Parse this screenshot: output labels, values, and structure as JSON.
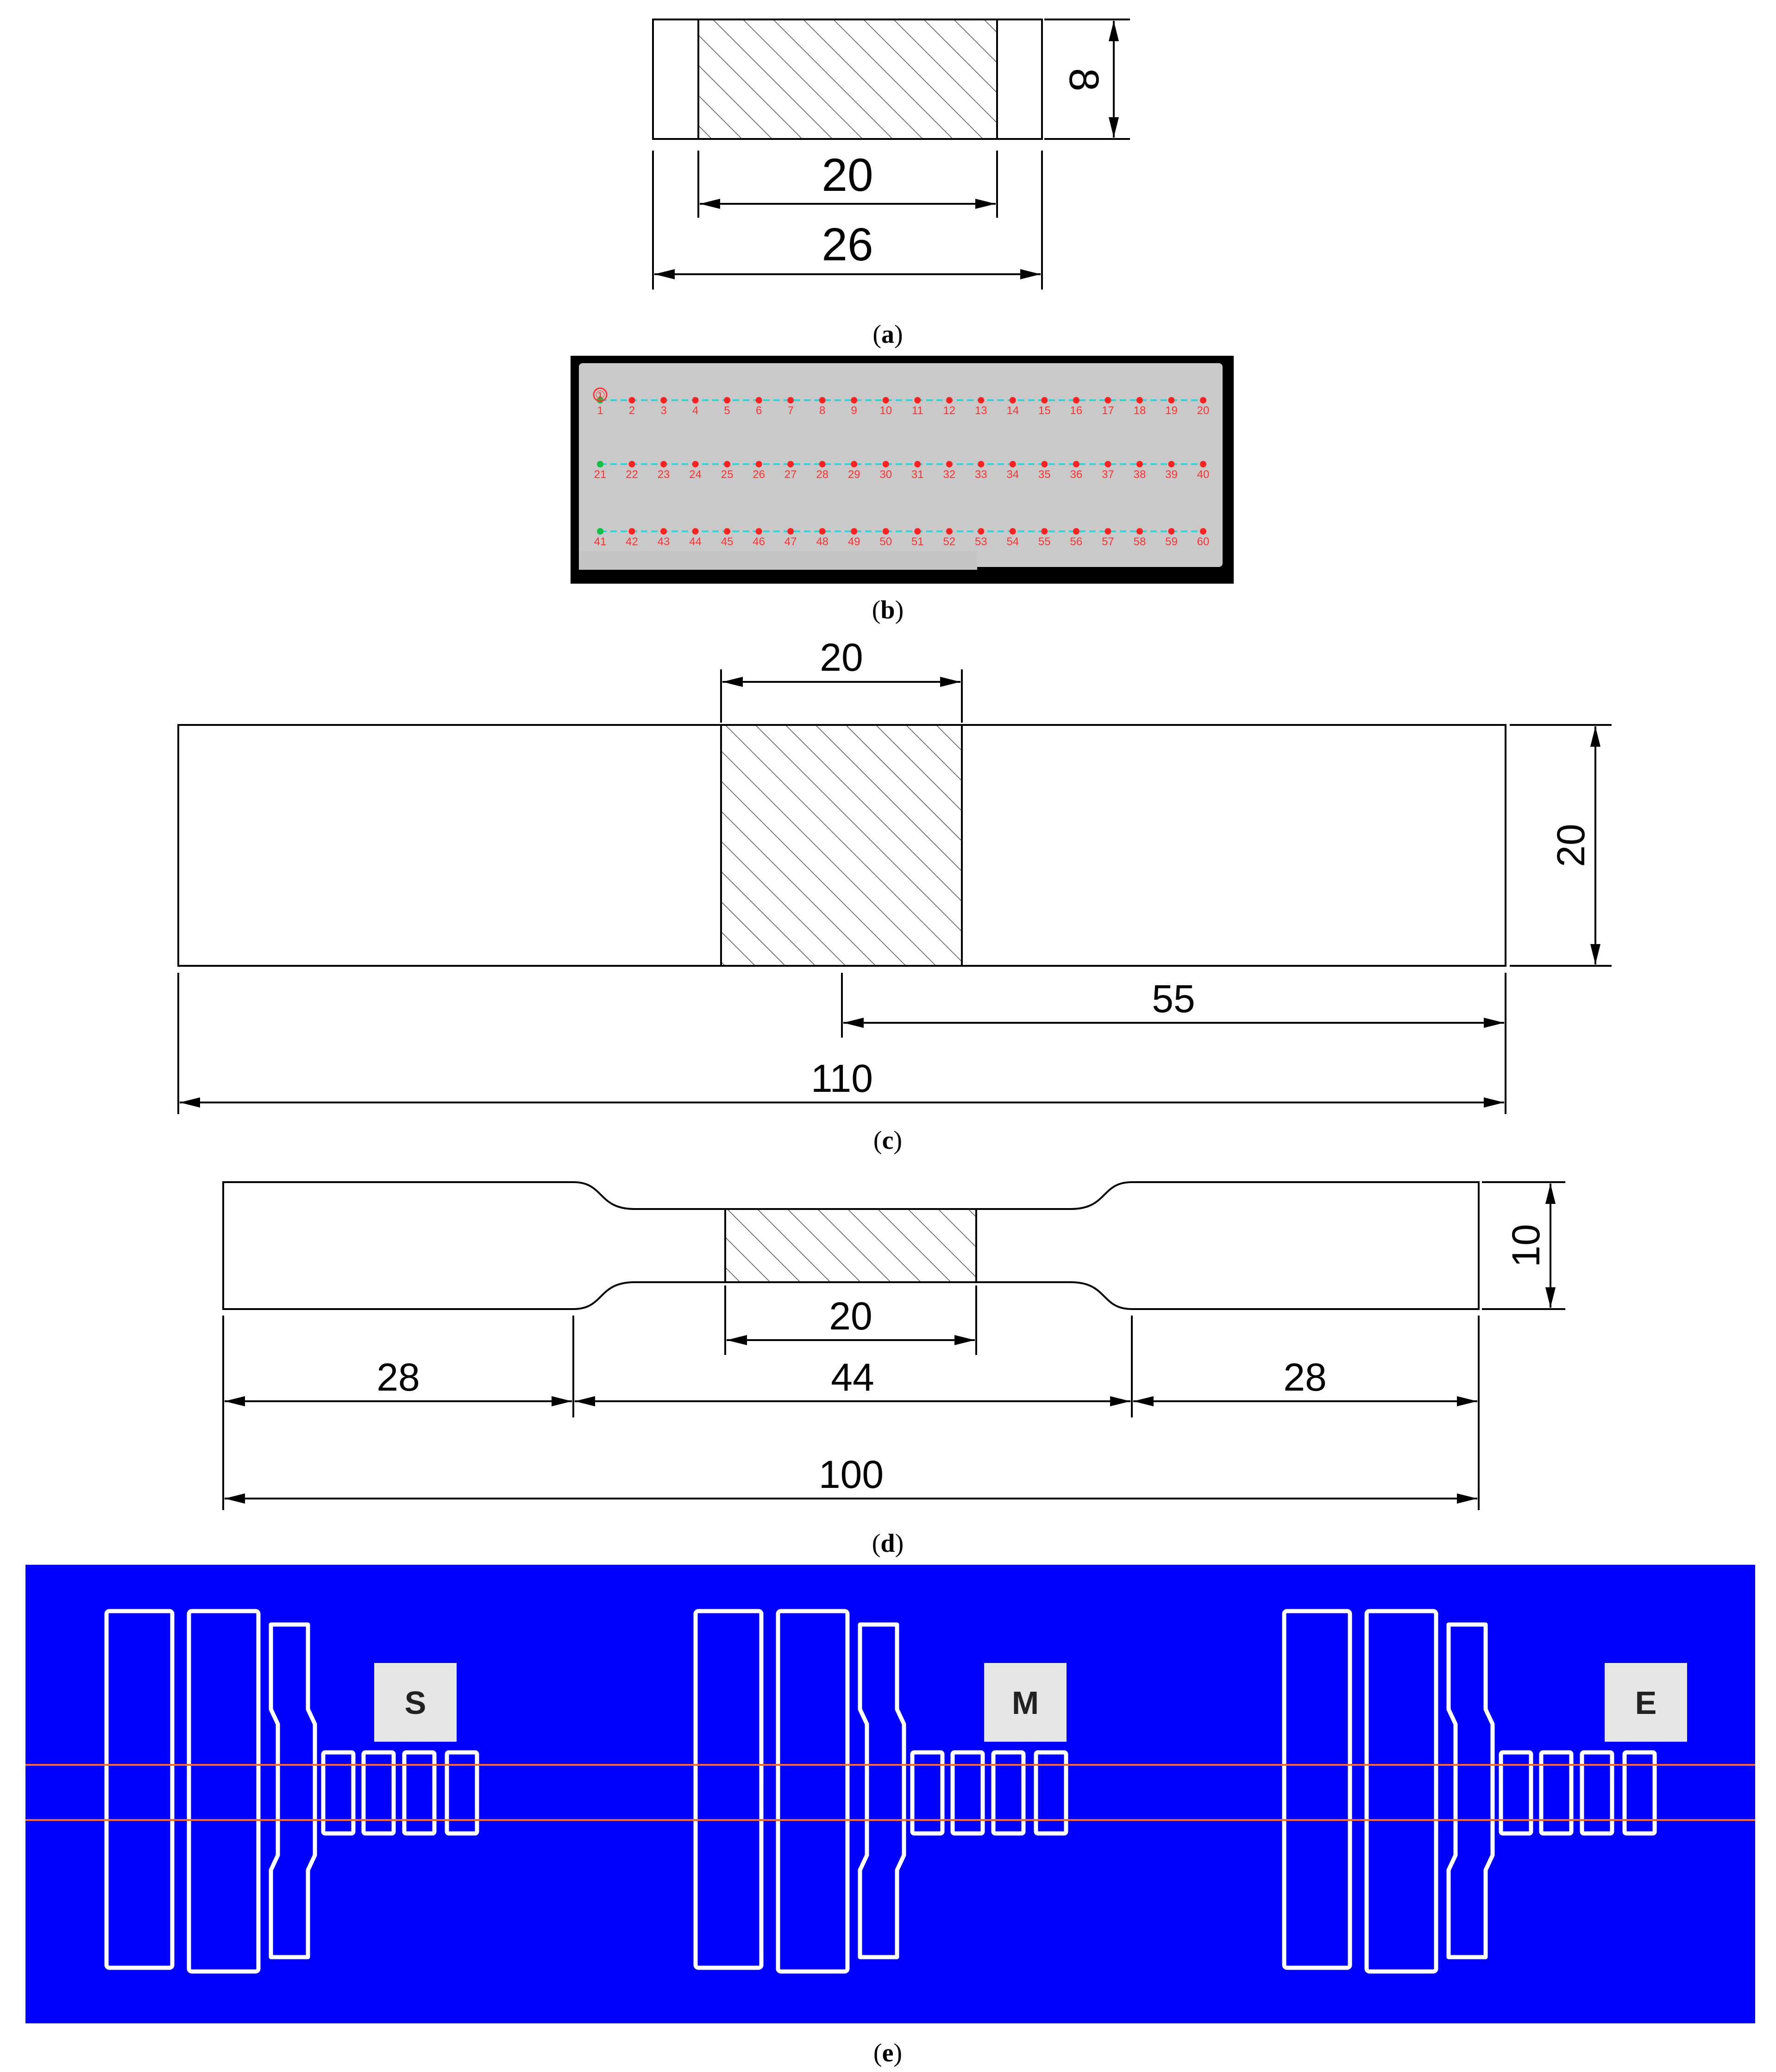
{
  "panel_a": {
    "caption": "a",
    "dim_height": "8",
    "dim_inner_width": "20",
    "dim_outer_width": "26"
  },
  "panel_b": {
    "caption": "b",
    "marker": "①",
    "rows": [
      {
        "start": 1,
        "end": 20
      },
      {
        "start": 21,
        "end": 40
      },
      {
        "start": 41,
        "end": 60
      }
    ],
    "colors": {
      "line": "#33d6d6",
      "point": "#ff2020",
      "start_point": "#10c040"
    }
  },
  "panel_c": {
    "caption": "c",
    "dim_hatch_width": "20",
    "dim_height": "20",
    "dim_half_length": "55",
    "dim_total_length": "110"
  },
  "panel_d": {
    "caption": "d",
    "dim_height": "10",
    "dim_hatch_width": "20",
    "dim_grip_left": "28",
    "dim_gauge": "44",
    "dim_grip_right": "28",
    "dim_total_length": "100"
  },
  "panel_e": {
    "caption": "e",
    "groups": [
      "S",
      "M",
      "E"
    ],
    "colors": {
      "background": "#0000ff",
      "outline": "#ffffff",
      "laser_line": "#ff6a20",
      "tag_bg": "#e6e6e6"
    }
  },
  "colors": {
    "line": "#000000",
    "photo_bg": "#c8c8c8",
    "photo_frame": "#000000"
  }
}
